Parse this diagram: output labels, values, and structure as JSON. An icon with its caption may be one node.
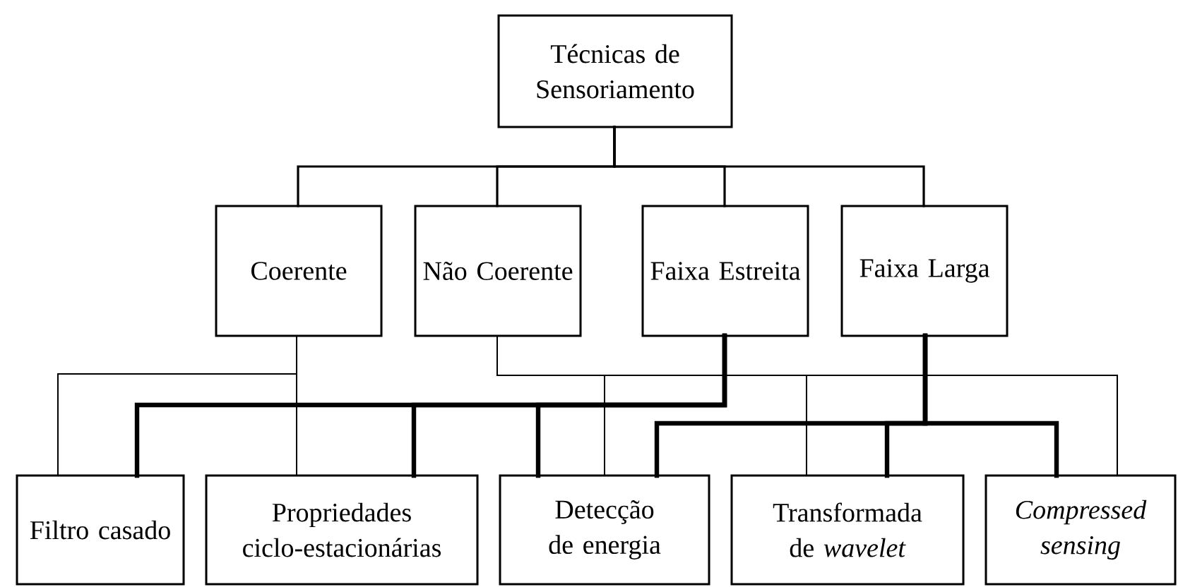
{
  "diagram": {
    "nodes": [
      {
        "text": [
          "Técnicas de Sensoriamento"
        ]
      },
      {
        "text": [
          "Coerente"
        ]
      },
      {
        "text": [
          "Não Coerente"
        ]
      },
      {
        "text": [
          "Faixa Estreita"
        ]
      },
      {
        "text": [
          "Faixa Larga"
        ]
      },
      {
        "text": [
          "Filtro casado"
        ]
      },
      {
        "text": [
          "Propriedades ciclo-estacionárias"
        ]
      },
      {
        "text": [
          "Detecção de energia"
        ]
      },
      {
        "text": [
          "Transformada de *wavelet*"
        ]
      },
      {
        "text": [
          "Compressed sensing"
        ]
      }
    ],
    "edges": [
      {
        "from": 0,
        "to": 1,
        "arrow": "none"
      },
      {
        "from": 0,
        "to": 2,
        "arrow": "none"
      },
      {
        "from": 0,
        "to": 3,
        "arrow": "none"
      },
      {
        "from": 0,
        "to": 4,
        "arrow": "none"
      },
      {
        "from": 1,
        "to": 5,
        "arrow": "none"
      },
      {
        "from": 1,
        "to": 6,
        "arrow": "none"
      },
      {
        "from": 2,
        "to": 7,
        "arrow": "none"
      },
      {
        "from": 2,
        "to": 8,
        "arrow": "none"
      },
      {
        "from": 2,
        "to": 9,
        "arrow": "none"
      },
      {
        "from": 3,
        "to": 5,
        "arrow": "none",
        "style": "thick"
      },
      {
        "from": 3,
        "to": 6,
        "arrow": "none",
        "style": "thick"
      },
      {
        "from": 3,
        "to": 7,
        "arrow": "none",
        "style": "thick"
      },
      {
        "from": 4,
        "to": 7,
        "arrow": "none",
        "style": "thick"
      },
      {
        "from": 4,
        "to": 8,
        "arrow": "none",
        "style": "thick"
      },
      {
        "from": 4,
        "to": 9,
        "arrow": "none",
        "style": "thick"
      }
    ]
  }
}
